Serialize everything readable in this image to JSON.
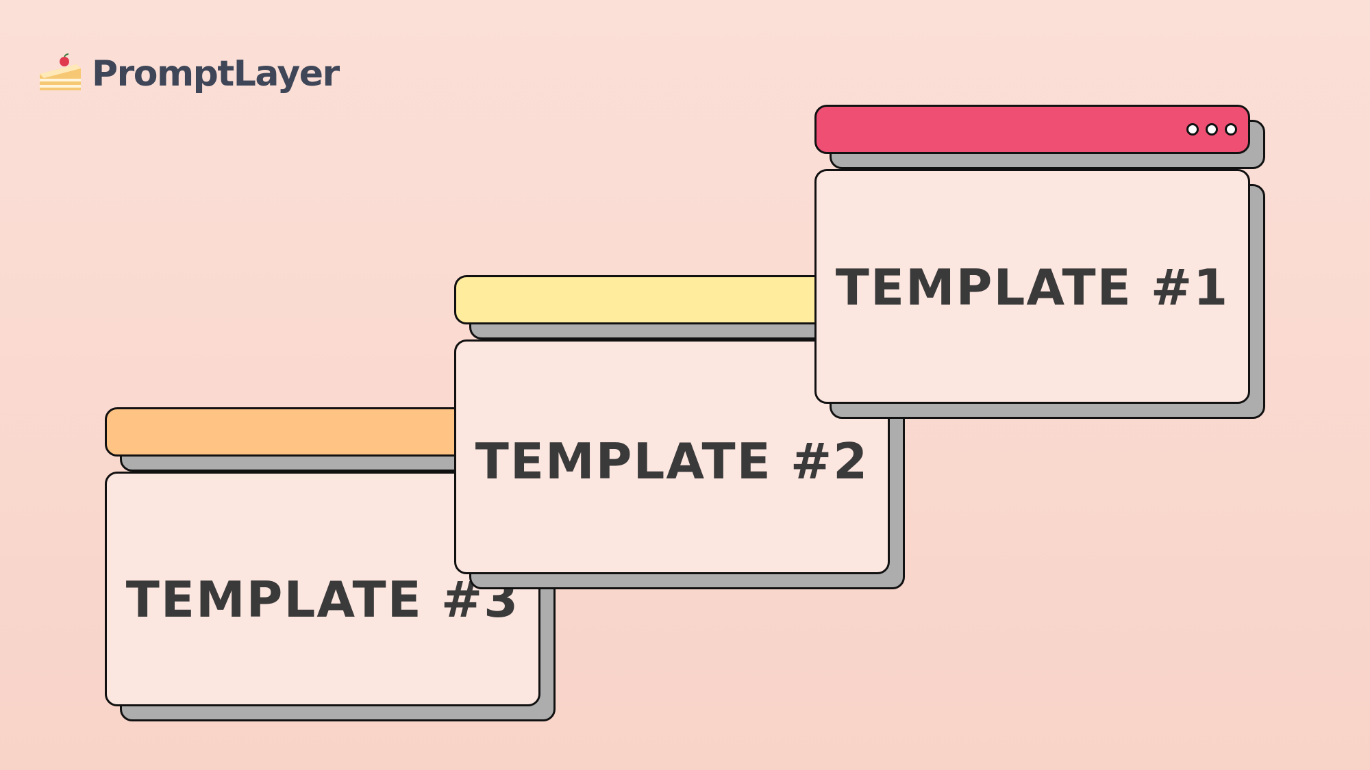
{
  "brand": {
    "name": "PromptLayer",
    "icon": "cake-slice-icon"
  },
  "windows": [
    {
      "label": "TEMPLATE #3",
      "titlebar_color": "#ffc384"
    },
    {
      "label": "TEMPLATE #2",
      "titlebar_color": "#ffec9c"
    },
    {
      "label": "TEMPLATE #1",
      "titlebar_color": "#ef4f73"
    }
  ],
  "colors": {
    "background": "#fbe0d8",
    "window_body": "#fce6e0",
    "window_shadow": "#adadad",
    "text": "#3a3a3a",
    "brand_text": "#3f4658"
  }
}
